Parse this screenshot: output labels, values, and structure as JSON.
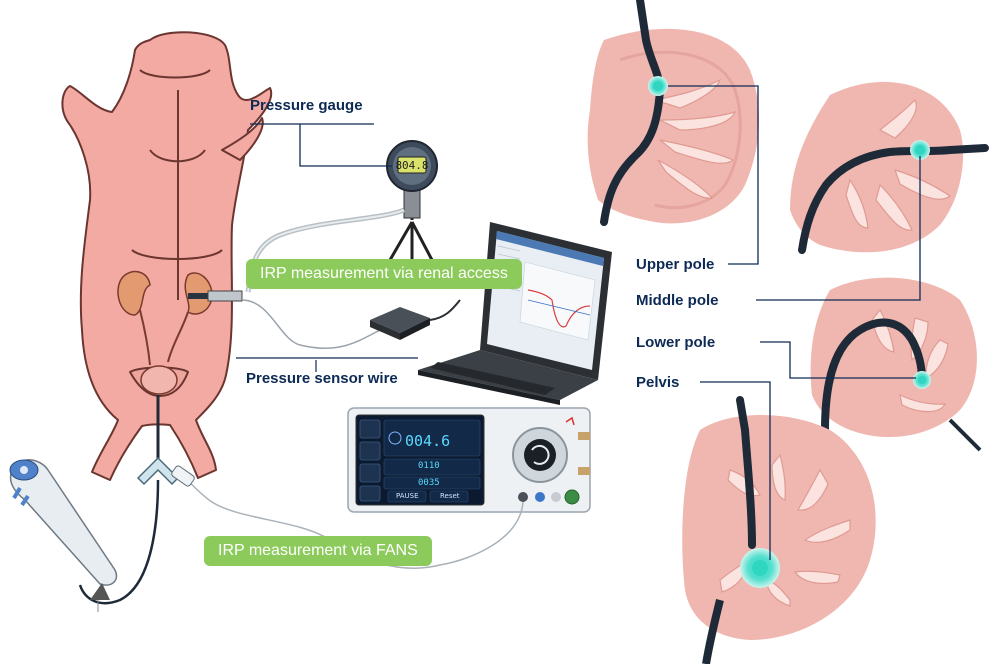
{
  "labels": {
    "pressure_gauge": "Pressure gauge",
    "pressure_sensor_wire": "Pressure sensor wire",
    "upper_pole": "Upper pole",
    "middle_pole": "Middle pole",
    "lower_pole": "Lower pole",
    "pelvis": "Pelvis"
  },
  "callouts": {
    "renal_access": "IRP measurement via renal access",
    "fans": "IRP measurement via FANS"
  },
  "gauge": {
    "reading": "804.8"
  },
  "fans_screen": {
    "main_value": "004.6",
    "value_2": "0110",
    "value_3": "0035",
    "pause": "PAUSE",
    "reset": "Reset"
  },
  "colors": {
    "callout_green": "#8ccb5b",
    "label_navy": "#0d2a55",
    "pig_pink": "#f2aaa3",
    "kidney": "#d98f88",
    "marker_teal": "#2fd6c2"
  }
}
